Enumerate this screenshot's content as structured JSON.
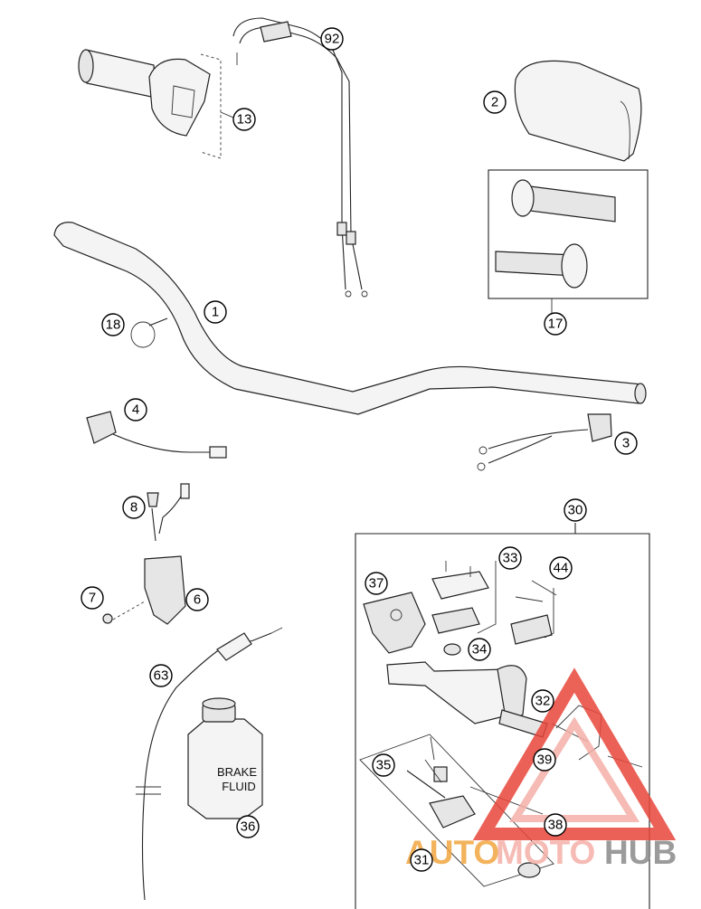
{
  "callouts": {
    "c1": "1",
    "c2": "2",
    "c3": "3",
    "c4": "4",
    "c6": "6",
    "c7": "7",
    "c8": "8",
    "c13": "13",
    "c17": "17",
    "c18": "18",
    "c30": "30",
    "c31": "31",
    "c32": "32",
    "c33": "33",
    "c34": "34",
    "c35": "35",
    "c36": "36",
    "c37": "37",
    "c38": "38",
    "c39": "39",
    "c44": "44",
    "c63": "63",
    "c92": "92"
  },
  "fluid_label": {
    "line1": "BRAKE",
    "line2": "FLUID"
  },
  "watermark": {
    "part1": "AUTO",
    "part2": "MOTO",
    "part3": "HUB"
  },
  "colors": {
    "watermark_red": "#e8463a",
    "watermark_orange": "#f2a640",
    "watermark_gray": "#8a8a8a",
    "watermark_pink": "#f4b0a8"
  }
}
